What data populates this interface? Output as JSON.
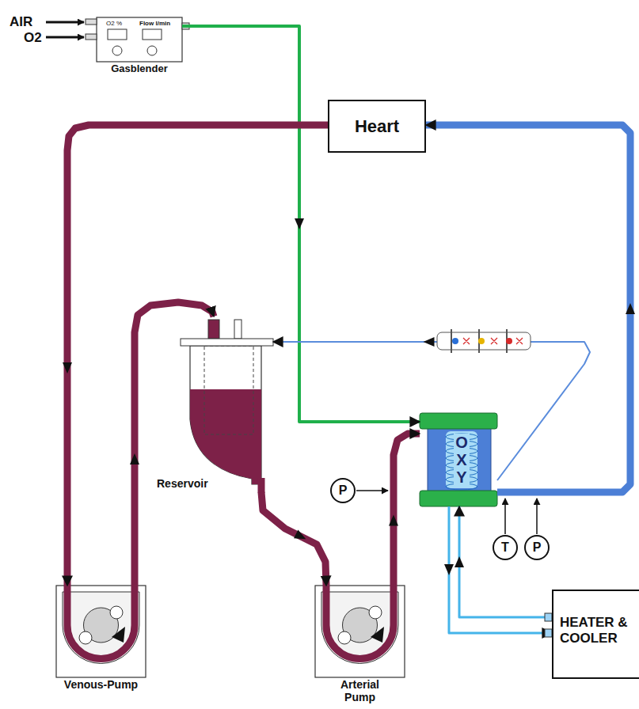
{
  "diagram": {
    "nodes": [
      {
        "text": [
          "O2 %",
          "Flow l/min",
          "Gasblender"
        ]
      },
      {
        "text": [
          "Heart"
        ]
      },
      {
        "text": [
          "Reservoir"
        ]
      },
      {
        "text": [
          "OXY"
        ]
      },
      {
        "text": [
          "P"
        ]
      },
      {
        "text": [
          "T"
        ]
      },
      {
        "text": [
          "P"
        ]
      },
      {
        "text": [
          "Venous-Pump"
        ]
      },
      {
        "text": [
          "Arterial Pump"
        ]
      },
      {
        "text": [
          "HEATER & COOLER"
        ]
      }
    ],
    "edges": [
      {
        "from": 0,
        "to": 3,
        "arrow": "to"
      },
      {
        "from": 1,
        "to": 7,
        "arrow": "to"
      },
      {
        "from": 7,
        "to": 2,
        "arrow": "to"
      },
      {
        "from": 2,
        "to": 8,
        "arrow": "to"
      },
      {
        "from": 8,
        "to": 3,
        "arrow": "to"
      },
      {
        "from": 3,
        "to": 1,
        "arrow": "to"
      },
      {
        "from": 3,
        "to": 2,
        "arrow": "to"
      },
      {
        "from": 3,
        "to": 9,
        "arrow": "to"
      },
      {
        "from": 9,
        "to": 3,
        "arrow": "to"
      }
    ],
    "labels": [
      "AIR",
      "O2"
    ]
  }
}
